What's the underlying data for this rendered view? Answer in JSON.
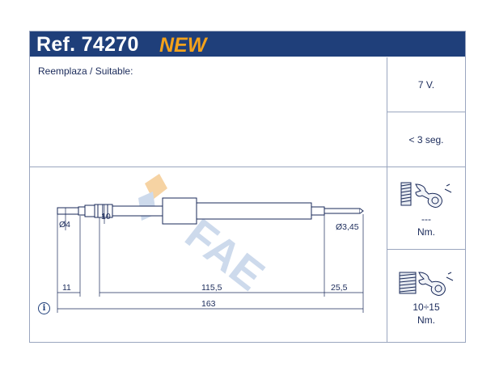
{
  "header": {
    "ref": "Ref. 74270",
    "badge": "NEW"
  },
  "content": {
    "replaces_label": "Reemplaza / Suitable:"
  },
  "specs": {
    "voltage": "7 V.",
    "time": "< 3 seg.",
    "torque_tip_value": "---",
    "torque_tip_unit": "Nm.",
    "torque_body_value": "10÷15",
    "torque_body_unit": "Nm."
  },
  "dimensions": {
    "tip_diameter": "Ø4",
    "hex_size": "10",
    "body_diameter": "Ø3,45",
    "tip_length": "11",
    "shaft_length": "115,5",
    "end_length": "25,5",
    "total_length": "163"
  },
  "watermark": {
    "text": "FAE"
  },
  "colors": {
    "brand_blue": "#1f3f7a",
    "badge_orange": "#f4a21b",
    "watermark": "#c8d6ea"
  }
}
